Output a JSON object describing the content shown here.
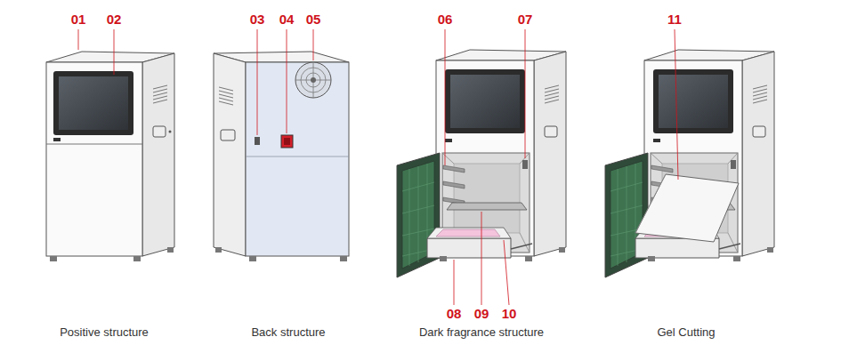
{
  "diagram": {
    "labels": [
      "01",
      "02",
      "03",
      "04",
      "05",
      "06",
      "07",
      "08",
      "09",
      "10",
      "11",
      "Positive structure",
      "Back structure",
      "Dark fragrance structure",
      "Gel Cutting"
    ]
  }
}
